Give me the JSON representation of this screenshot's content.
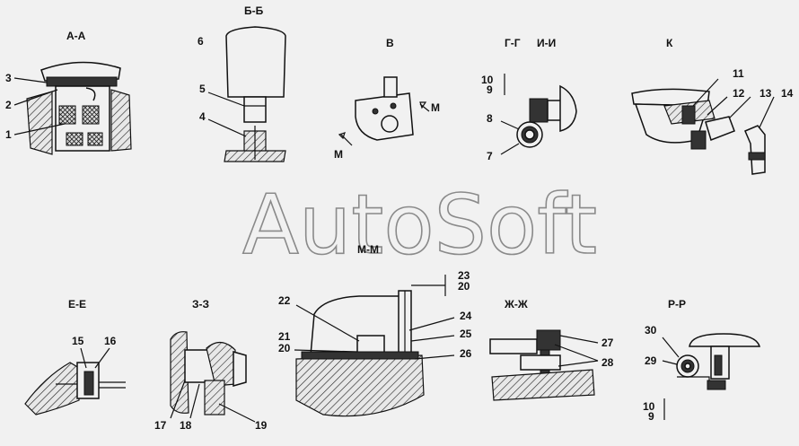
{
  "watermark": "AutoSoft",
  "sections": {
    "aa": "А-А",
    "bb": "Б-Б",
    "v": "В",
    "gg": "Г-Г",
    "ii": "И-И",
    "k": "К",
    "mm_top": "М-М",
    "ee": "Е-Е",
    "zz": "З-З",
    "zhzh": "Ж-Ж",
    "rr": "Р-Р",
    "m_left": "М",
    "m_right": "М"
  },
  "labels": {
    "n1": "1",
    "n2": "2",
    "n3": "3",
    "n4": "4",
    "n5": "5",
    "n6": "6",
    "n7": "7",
    "n8": "8",
    "n9_gg": "9",
    "n10_gg": "10",
    "n11": "11",
    "n12": "12",
    "n13": "13",
    "n14": "14",
    "n15": "15",
    "n16": "16",
    "n17": "17",
    "n18": "18",
    "n19": "19",
    "n20_a": "20",
    "n20_b": "20",
    "n21": "21",
    "n22": "22",
    "n23": "23",
    "n24": "24",
    "n25": "25",
    "n26": "26",
    "n27": "27",
    "n28": "28",
    "n29": "29",
    "n30": "30",
    "n9_rr": "9",
    "n10_rr": "10"
  }
}
